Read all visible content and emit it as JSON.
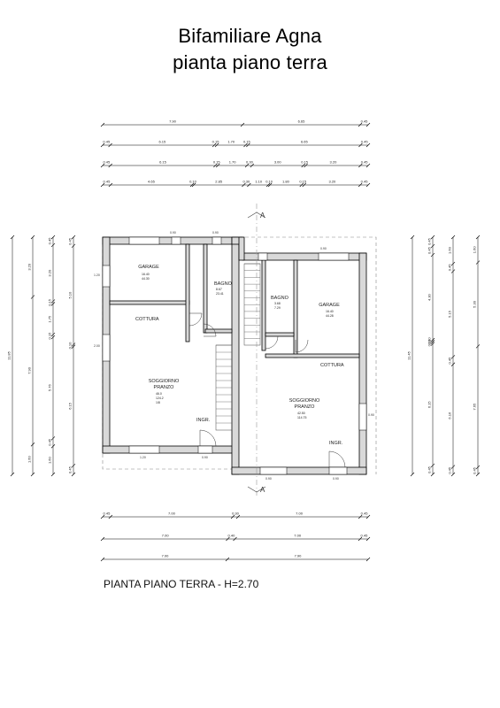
{
  "title": {
    "line1": "Bifamiliare Agna",
    "line2": "pianta piano terra"
  },
  "caption": "PIANTA PIANO TERRA - H=2.70",
  "section_marker": "A",
  "rooms": {
    "left_garage": {
      "name": "GARAGE",
      "area": "16.40",
      "vol": "44.30"
    },
    "left_bagno": {
      "name": "BAGNO",
      "area": "8.67",
      "vol": "23.41"
    },
    "left_cottura": {
      "name": "COTTURA"
    },
    "left_soggiorno": {
      "name1": "SOGGIORNO",
      "name2": "PRANZO",
      "area": "46.0",
      "vol": "124.2",
      "ratio": "1/8"
    },
    "left_ingr": {
      "name": "INGR."
    },
    "right_garage": {
      "name": "GARAGE",
      "area": "16.40",
      "vol": "44.28"
    },
    "right_bagno": {
      "name": "BAGNO",
      "area": "3.68",
      "vol": "7.29"
    },
    "right_cottura": {
      "name": "COTTURA"
    },
    "right_soggiorno": {
      "name1": "SOGGIORNO",
      "name2": "PRANZO",
      "area": "42.50",
      "vol": "114.75"
    },
    "right_ingr": {
      "name": "INGR."
    }
  },
  "top_dims": {
    "row1": [
      "7.90",
      "6.65",
      "0.45"
    ],
    "row2": [
      "0.45",
      "6.15",
      "0.15",
      "1.70",
      "0.15",
      "6.65",
      "0.45"
    ],
    "row3": [
      "0.45",
      "6.15",
      "0.15",
      "1.70",
      "0.30",
      "3.00",
      "0.15",
      "3.20",
      "0.45"
    ],
    "row4": [
      "0.45",
      "4.65",
      "0.10",
      "2.85",
      "0.30",
      "1.10",
      "0.10",
      "1.80",
      "0.15",
      "3.20",
      "0.45"
    ]
  },
  "bottom_dims": {
    "row1": [
      "0.45",
      "7.00",
      "0.30",
      "7.00",
      "0.45"
    ],
    "row2": [
      "7.00",
      "0.40",
      "7.00",
      "0.45"
    ],
    "row3": [
      "7.00",
      "7.90"
    ]
  },
  "left_dims": {
    "col1": [
      "11.85"
    ],
    "col2": [
      "3.20",
      "7.90",
      "1.60"
    ],
    "col3": [
      "0.45",
      "3.20",
      "0.15",
      "1.75",
      "0.15",
      "5.76",
      "0.45",
      "1.60"
    ],
    "col4": [
      "0.45",
      "5.10",
      "0.10",
      "6.15",
      "0.45"
    ]
  },
  "right_dims": {
    "col1": [
      "11.45"
    ],
    "col2": [
      "0.45",
      "0.45",
      "4.30",
      "0.10",
      "0.10",
      "6.15",
      "0.45"
    ],
    "col3": [
      "1.60",
      "0.45",
      "5.15",
      "0.45",
      "6.16",
      "0.45"
    ],
    "col4": [
      "1.60",
      "5.30",
      "7.65",
      "0.45"
    ]
  },
  "window_labels": {
    "w1": "0.90",
    "w2": "0.90",
    "w3": "0.90",
    "w4": "1.20",
    "w5": "2.00",
    "w6": "1.20",
    "w7": "0.90",
    "w8": "0.90",
    "w9": "0.90",
    "w10": "0.90"
  }
}
